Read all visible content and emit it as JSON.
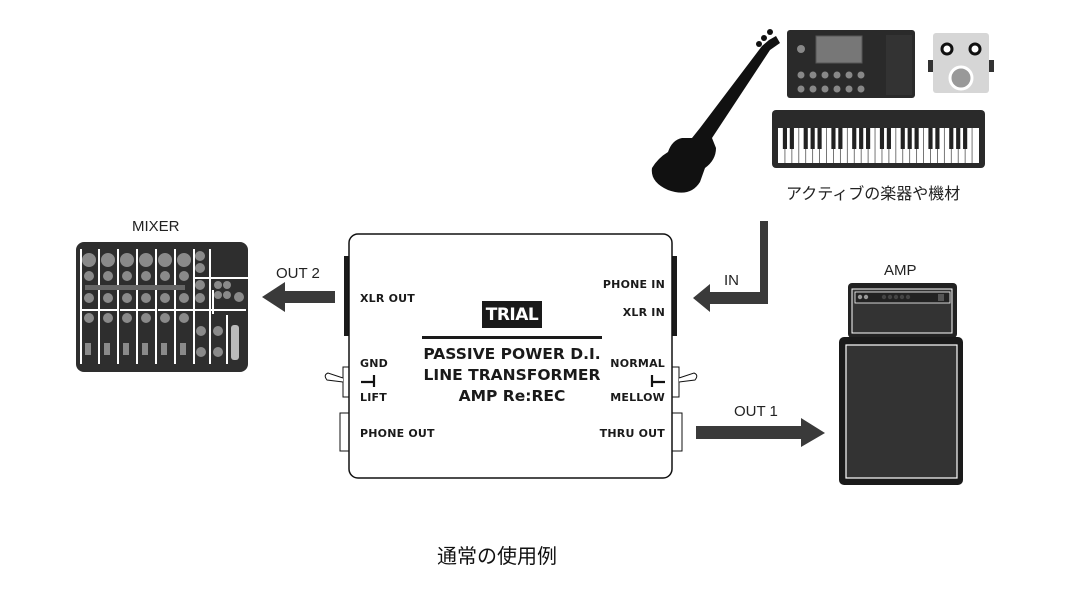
{
  "diagram": {
    "caption": "通常の使用例",
    "colors": {
      "device_dark": "#2e2e2e",
      "arrow": "#3a3a3a",
      "outline": "#111111",
      "panel_grey": "#888888",
      "pedal_grey": "#d6d6d6"
    },
    "mixer": {
      "label": "MIXER"
    },
    "amp": {
      "label": "AMP"
    },
    "instruments": {
      "label": "アクティブの楽器や機材"
    },
    "arrows": {
      "in": "IN",
      "out1": "OUT 1",
      "out2": "OUT 2"
    },
    "di_box": {
      "logo": "TRIAL",
      "title_lines": [
        "PASSIVE POWER D.I.",
        "LINE TRANSFORMER",
        "AMP Re:REC"
      ],
      "left": {
        "xlr_out": "XLR OUT",
        "gnd": "GND",
        "lift": "LIFT",
        "phone_out": "PHONE OUT"
      },
      "right": {
        "phone_in": "PHONE IN",
        "xlr_in": "XLR IN",
        "normal": "NORMAL",
        "mellow": "MELLOW",
        "thru_out": "THRU OUT"
      }
    }
  }
}
